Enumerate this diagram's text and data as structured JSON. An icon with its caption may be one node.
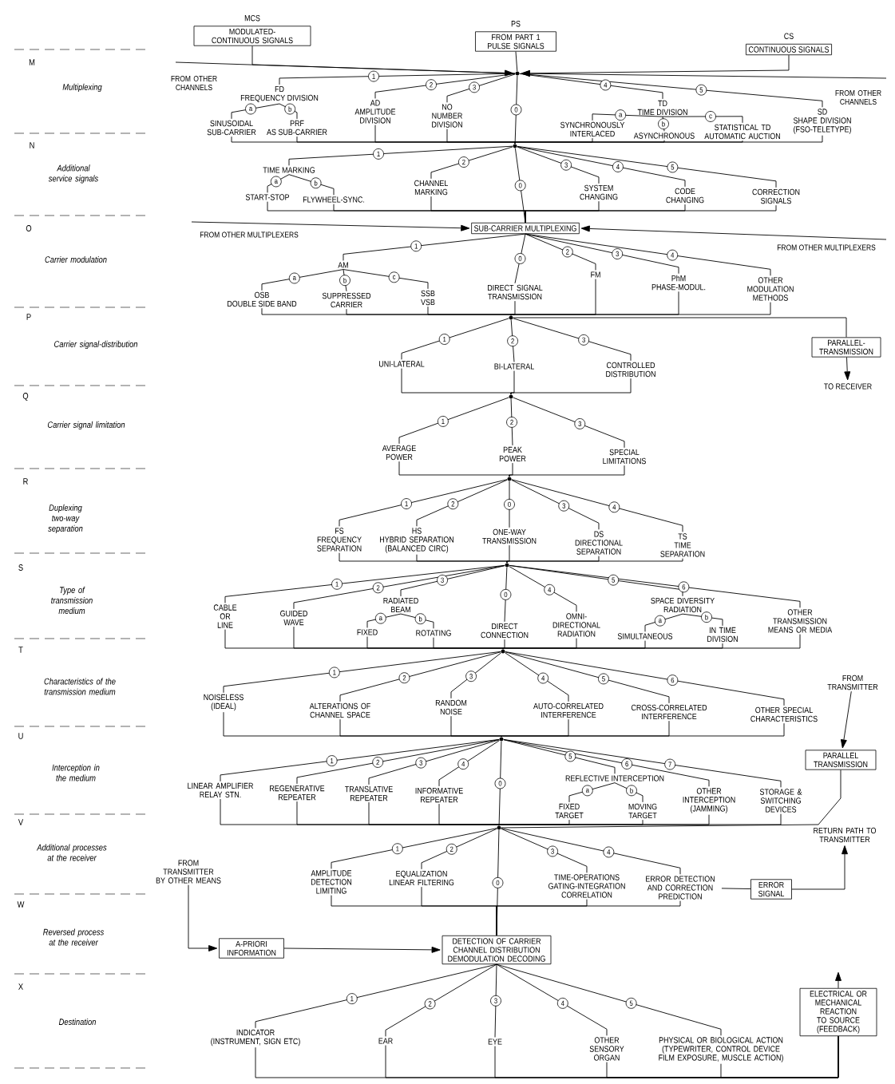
{
  "diagram": {
    "nodes": [
      {
        "text": [
          "MCS",
          "MODULATED-CONTINUOUS SIGNALS"
        ]
      },
      {
        "text": [
          "PS",
          "FROM PART 1 PULSE SIGNALS"
        ]
      },
      {
        "text": [
          "CS",
          "CONTINUOUS SIGNALS"
        ]
      },
      {
        "text": [],
        "shape": "dot"
      },
      {
        "text": [
          "FD",
          "FREQUENCY DIVISION"
        ]
      },
      {
        "text": [
          "SINUSOIDAL SUB-CARRIER"
        ]
      },
      {
        "text": [
          "PRF",
          "AS SUB-CARRIER"
        ]
      },
      {
        "text": [
          "AD",
          "AMPLITUDE DIVISION"
        ]
      },
      {
        "text": [
          "NO",
          "NUMBER DIVISION"
        ]
      },
      {
        "text": [
          "TD",
          "TIME DIVISION"
        ]
      },
      {
        "text": [
          "SYNCHRONOUSLY INTERLACED"
        ]
      },
      {
        "text": [
          "ASYNCHRONOUS"
        ]
      },
      {
        "text": [
          "STATISTICAL TD AUTOMATIC AUCTION"
        ]
      },
      {
        "text": [
          "SD",
          "SHAPE DIVISION (FSO-TELETYPE)"
        ]
      },
      {
        "text": [],
        "shape": "dot"
      },
      {
        "text": [
          "TIME MARKING"
        ]
      },
      {
        "text": [
          "START-STOP"
        ]
      },
      {
        "text": [
          "FLYWHEEL-SYNC."
        ]
      },
      {
        "text": [
          "CHANNEL MARKING"
        ]
      },
      {
        "text": [
          "SYSTEM CHANGING"
        ]
      },
      {
        "text": [
          "CODE CHANGING"
        ]
      },
      {
        "text": [
          "CORRECTION SIGNALS"
        ]
      },
      {
        "text": [
          "SUB-CARRIER MULTIPLEXING"
        ]
      },
      {
        "text": [
          "AM"
        ]
      },
      {
        "text": [
          "OSB",
          "DOUBLE SIDE BAND"
        ]
      },
      {
        "text": [
          "SUPPRESSED CARRIER"
        ]
      },
      {
        "text": [
          "SSB VSB"
        ]
      },
      {
        "text": [
          "DIRECT SIGNAL TRANSMISSION"
        ]
      },
      {
        "text": [
          "FM"
        ]
      },
      {
        "text": [
          "PhM",
          "PHASE-MODUL."
        ]
      },
      {
        "text": [
          "OTHER MODULATION METHODS"
        ]
      },
      {
        "text": [],
        "shape": "dot"
      },
      {
        "text": [
          "PARALLEL-TRANSMISSION"
        ]
      },
      {
        "text": [
          "TO RECEIVER"
        ]
      },
      {
        "text": [
          "UNI-LATERAL"
        ]
      },
      {
        "text": [
          "BI-LATERAL"
        ]
      },
      {
        "text": [
          "CONTROLLED DISTRIBUTION"
        ]
      },
      {
        "text": [],
        "shape": "dot"
      },
      {
        "text": [
          "AVERAGE POWER"
        ]
      },
      {
        "text": [
          "PEAK POWER"
        ]
      },
      {
        "text": [
          "SPECIAL LIMITATIONS"
        ]
      },
      {
        "text": [],
        "shape": "dot"
      },
      {
        "text": [
          "FS",
          "FREQUENCY SEPARATION"
        ]
      },
      {
        "text": [
          "HS",
          "HYBRID SEPARATION (BALANCED CIRC)"
        ]
      },
      {
        "text": [
          "ONE-WAY TRANSMISSION"
        ]
      },
      {
        "text": [
          "DS",
          "DIRECTIONAL SEPARATION"
        ]
      },
      {
        "text": [
          "TS",
          "TIME SEPARATION"
        ]
      },
      {
        "text": [],
        "shape": "dot"
      },
      {
        "text": [
          "CABLE OR LINE"
        ]
      },
      {
        "text": [
          "GUIDED WAVE"
        ]
      },
      {
        "text": [
          "RADIATED BEAM"
        ]
      },
      {
        "text": [
          "FIXED"
        ]
      },
      {
        "text": [
          "ROTATING"
        ]
      },
      {
        "text": [
          "DIRECT CONNECTION"
        ]
      },
      {
        "text": [
          "OMNI-DIRECTIONAL RADIATION"
        ]
      },
      {
        "text": [
          "SPACE DIVERSITY RADIATION"
        ]
      },
      {
        "text": [
          "SIMULTANEOUS"
        ]
      },
      {
        "text": [
          "IN TIME DIVISION"
        ]
      },
      {
        "text": [
          "OTHER TRANSMISSION MEANS OR MEDIA"
        ]
      },
      {
        "text": [],
        "shape": "dot"
      },
      {
        "text": [
          "NOISELESS (IDEAL)"
        ]
      },
      {
        "text": [
          "ALTERATIONS OF CHANNEL SPACE"
        ]
      },
      {
        "text": [
          "RANDOM NOISE"
        ]
      },
      {
        "text": [
          "AUTO-CORRELATED INTERFERENCE"
        ]
      },
      {
        "text": [
          "CROSS-CORRELATED INTERFERENCE"
        ]
      },
      {
        "text": [
          "OTHER SPECIAL CHARACTERISTICS"
        ]
      },
      {
        "text": [],
        "shape": "dot"
      },
      {
        "text": [
          "FROM TRANSMITTER"
        ]
      },
      {
        "text": [
          "PARALLEL TRANSMISSION"
        ]
      },
      {
        "text": [
          "LINEAR AMPLIFIER RELAY STN."
        ]
      },
      {
        "text": [
          "REGENERATIVE REPEATER"
        ]
      },
      {
        "text": [
          "TRANSLATIVE REPEATER"
        ]
      },
      {
        "text": [
          "INFORMATIVE REPEATER"
        ]
      },
      {
        "text": [
          "REFLECTIVE INTERCEPTION"
        ]
      },
      {
        "text": [
          "FIXED TARGET"
        ]
      },
      {
        "text": [
          "MOVING TARGET"
        ]
      },
      {
        "text": [
          "OTHER INTERCEPTION (JAMMING)"
        ]
      },
      {
        "text": [
          "STORAGE & SWITCHING DEVICES"
        ]
      },
      {
        "text": [],
        "shape": "dot"
      },
      {
        "text": [
          "RETURN PATH TO TRANSMITTER"
        ]
      },
      {
        "text": [
          "AMPLITUDE DETECTION LIMITING"
        ]
      },
      {
        "text": [
          "EQUALIZATION LINEAR FILTERING"
        ]
      },
      {
        "text": [
          "TIME-OPERATIONS GATING-INTEGRATION CORRELATION"
        ]
      },
      {
        "text": [
          "ERROR DETECTION AND CORRECTION PREDICTION"
        ]
      },
      {
        "text": [
          "ERROR SIGNAL"
        ]
      },
      {
        "text": [
          "FROM TRANSMITTER BY OTHER MEANS"
        ]
      },
      {
        "text": [
          "A-PRIORI INFORMATION"
        ]
      },
      {
        "text": [
          "DETECTION OF CARRIER CHANNEL DISTRIBUTION DEMODULATION DECODING"
        ]
      },
      {
        "text": [
          "INDICATOR (INSTRUMENT, SIGN ETC)"
        ]
      },
      {
        "text": [
          "EAR"
        ]
      },
      {
        "text": [
          "EYE"
        ]
      },
      {
        "text": [
          "OTHER SENSORY ORGAN"
        ]
      },
      {
        "text": [
          "PHYSICAL OR BIOLOGICAL ACTION",
          "(TYPEWRITER, CONTROL DEVICE FILM EXPOSURE, MUSCLE ACTION)"
        ]
      },
      {
        "text": [
          "ELECTRICAL OR MECHANICAL REACTION TO SOURCE (FEEDBACK)"
        ]
      }
    ],
    "edges": [
      {
        "from": null,
        "to": 3,
        "arrow": "to"
      },
      {
        "from": null,
        "to": 3,
        "arrow": "to"
      },
      {
        "from": 0,
        "to": 3,
        "arrow": "none"
      },
      {
        "from": 1,
        "to": 3,
        "arrow": "none"
      },
      {
        "from": 2,
        "to": 3,
        "arrow": "to"
      },
      {
        "from": 3,
        "to": 4,
        "arrow": "none",
        "label": "1"
      },
      {
        "from": 4,
        "to": 5,
        "arrow": "none",
        "label": "a"
      },
      {
        "from": 4,
        "to": 6,
        "arrow": "none",
        "label": "b"
      },
      {
        "from": 3,
        "to": 7,
        "arrow": "none",
        "label": "2"
      },
      {
        "from": 3,
        "to": 8,
        "arrow": "none",
        "label": "3"
      },
      {
        "from": 3,
        "to": 14,
        "arrow": "none",
        "label": "0"
      },
      {
        "from": 3,
        "to": 9,
        "arrow": "none",
        "label": "4"
      },
      {
        "from": 9,
        "to": 10,
        "arrow": "none",
        "label": "a"
      },
      {
        "from": 9,
        "to": 11,
        "arrow": "none",
        "label": "b"
      },
      {
        "from": 9,
        "to": 12,
        "arrow": "none",
        "label": "c"
      },
      {
        "from": 3,
        "to": 13,
        "arrow": "none",
        "label": "5"
      },
      {
        "from": 5,
        "to": 14,
        "arrow": "none"
      },
      {
        "from": 6,
        "to": 14,
        "arrow": "none"
      },
      {
        "from": 7,
        "to": 14,
        "arrow": "none"
      },
      {
        "from": 8,
        "to": 14,
        "arrow": "none"
      },
      {
        "from": 10,
        "to": 14,
        "arrow": "none"
      },
      {
        "from": 11,
        "to": 14,
        "arrow": "none"
      },
      {
        "from": 12,
        "to": 14,
        "arrow": "none"
      },
      {
        "from": 13,
        "to": 14,
        "arrow": "none"
      },
      {
        "from": 14,
        "to": 15,
        "arrow": "none",
        "label": "1"
      },
      {
        "from": 15,
        "to": 16,
        "arrow": "none",
        "label": "a"
      },
      {
        "from": 15,
        "to": 17,
        "arrow": "none",
        "label": "b"
      },
      {
        "from": 14,
        "to": 18,
        "arrow": "none",
        "label": "2"
      },
      {
        "from": 14,
        "to": 22,
        "arrow": "none",
        "label": "0"
      },
      {
        "from": 14,
        "to": 19,
        "arrow": "none",
        "label": "3"
      },
      {
        "from": 14,
        "to": 20,
        "arrow": "none",
        "label": "4"
      },
      {
        "from": 14,
        "to": 21,
        "arrow": "none",
        "label": "5"
      },
      {
        "from": 16,
        "to": 22,
        "arrow": "none"
      },
      {
        "from": 17,
        "to": 22,
        "arrow": "none"
      },
      {
        "from": 18,
        "to": 22,
        "arrow": "none"
      },
      {
        "from": 19,
        "to": 22,
        "arrow": "none"
      },
      {
        "from": 20,
        "to": 22,
        "arrow": "none"
      },
      {
        "from": 21,
        "to": 22,
        "arrow": "none"
      },
      {
        "from": null,
        "to": 22,
        "arrow": "to"
      },
      {
        "from": null,
        "to": 22,
        "arrow": "to"
      },
      {
        "from": 22,
        "to": 23,
        "arrow": "none",
        "label": "1"
      },
      {
        "from": 23,
        "to": 24,
        "arrow": "none",
        "label": "a"
      },
      {
        "from": 23,
        "to": 25,
        "arrow": "none",
        "label": "b"
      },
      {
        "from": 23,
        "to": 26,
        "arrow": "none",
        "label": "c"
      },
      {
        "from": 22,
        "to": 27,
        "arrow": "none",
        "label": "0"
      },
      {
        "from": 22,
        "to": 28,
        "arrow": "none",
        "label": "2"
      },
      {
        "from": 22,
        "to": 29,
        "arrow": "none",
        "label": "3"
      },
      {
        "from": 22,
        "to": 30,
        "arrow": "none",
        "label": "4"
      },
      {
        "from": 24,
        "to": 31,
        "arrow": "none"
      },
      {
        "from": 25,
        "to": 31,
        "arrow": "none"
      },
      {
        "from": 26,
        "to": 31,
        "arrow": "none"
      },
      {
        "from": 27,
        "to": 31,
        "arrow": "none"
      },
      {
        "from": 28,
        "to": 31,
        "arrow": "none"
      },
      {
        "from": 29,
        "to": 31,
        "arrow": "none"
      },
      {
        "from": 30,
        "to": 31,
        "arrow": "none"
      },
      {
        "from": 31,
        "to": 32,
        "arrow": "none"
      },
      {
        "from": 32,
        "to": 33,
        "arrow": "to"
      },
      {
        "from": 31,
        "to": 34,
        "arrow": "none",
        "label": "1"
      },
      {
        "from": 31,
        "to": 35,
        "arrow": "none",
        "label": "2"
      },
      {
        "from": 31,
        "to": 36,
        "arrow": "none",
        "label": "3"
      },
      {
        "from": 34,
        "to": 37,
        "arrow": "none"
      },
      {
        "from": 35,
        "to": 37,
        "arrow": "none"
      },
      {
        "from": 36,
        "to": 37,
        "arrow": "none"
      },
      {
        "from": 37,
        "to": 38,
        "arrow": "none",
        "label": "1"
      },
      {
        "from": 37,
        "to": 39,
        "arrow": "none",
        "label": "2"
      },
      {
        "from": 37,
        "to": 40,
        "arrow": "none",
        "label": "3"
      },
      {
        "from": 38,
        "to": 41,
        "arrow": "none"
      },
      {
        "from": 39,
        "to": 41,
        "arrow": "none"
      },
      {
        "from": 40,
        "to": 41,
        "arrow": "none"
      },
      {
        "from": 41,
        "to": 42,
        "arrow": "none",
        "label": "1"
      },
      {
        "from": 41,
        "to": 43,
        "arrow": "none",
        "label": "2"
      },
      {
        "from": 41,
        "to": 44,
        "arrow": "none",
        "label": "0"
      },
      {
        "from": 41,
        "to": 45,
        "arrow": "none",
        "label": "3"
      },
      {
        "from": 41,
        "to": 46,
        "arrow": "none",
        "label": "4"
      },
      {
        "from": 42,
        "to": 47,
        "arrow": "none"
      },
      {
        "from": 43,
        "to": 47,
        "arrow": "none"
      },
      {
        "from": 44,
        "to": 47,
        "arrow": "none"
      },
      {
        "from": 45,
        "to": 47,
        "arrow": "none"
      },
      {
        "from": 46,
        "to": 47,
        "arrow": "none"
      },
      {
        "from": 47,
        "to": 48,
        "arrow": "none",
        "label": "1"
      },
      {
        "from": 47,
        "to": 49,
        "arrow": "none",
        "label": "2"
      },
      {
        "from": 47,
        "to": 50,
        "arrow": "none",
        "label": "3"
      },
      {
        "from": 50,
        "to": 51,
        "arrow": "none",
        "label": "a"
      },
      {
        "from": 50,
        "to": 52,
        "arrow": "none",
        "label": "b"
      },
      {
        "from": 47,
        "to": 53,
        "arrow": "none",
        "label": "0"
      },
      {
        "from": 47,
        "to": 54,
        "arrow": "none",
        "label": "4"
      },
      {
        "from": 47,
        "to": 55,
        "arrow": "none",
        "label": "5"
      },
      {
        "from": 55,
        "to": 56,
        "arrow": "none",
        "label": "a"
      },
      {
        "from": 55,
        "to": 57,
        "arrow": "none",
        "label": "b"
      },
      {
        "from": 47,
        "to": 58,
        "arrow": "none",
        "label": "6"
      },
      {
        "from": 48,
        "to": 59,
        "arrow": "none"
      },
      {
        "from": 49,
        "to": 59,
        "arrow": "none"
      },
      {
        "from": 51,
        "to": 59,
        "arrow": "none"
      },
      {
        "from": 52,
        "to": 59,
        "arrow": "none"
      },
      {
        "from": 53,
        "to": 59,
        "arrow": "none"
      },
      {
        "from": 54,
        "to": 59,
        "arrow": "none"
      },
      {
        "from": 56,
        "to": 59,
        "arrow": "none"
      },
      {
        "from": 57,
        "to": 59,
        "arrow": "none"
      },
      {
        "from": 58,
        "to": 59,
        "arrow": "none"
      },
      {
        "from": 59,
        "to": 60,
        "arrow": "none",
        "label": "1"
      },
      {
        "from": 59,
        "to": 61,
        "arrow": "none",
        "label": "2"
      },
      {
        "from": 59,
        "to": 62,
        "arrow": "none",
        "label": "3"
      },
      {
        "from": 59,
        "to": 63,
        "arrow": "none",
        "label": "4"
      },
      {
        "from": 59,
        "to": 64,
        "arrow": "none",
        "label": "5"
      },
      {
        "from": 59,
        "to": 65,
        "arrow": "none",
        "label": "6"
      },
      {
        "from": 60,
        "to": 66,
        "arrow": "none"
      },
      {
        "from": 61,
        "to": 66,
        "arrow": "none"
      },
      {
        "from": 62,
        "to": 66,
        "arrow": "none"
      },
      {
        "from": 63,
        "to": 66,
        "arrow": "none"
      },
      {
        "from": 64,
        "to": 66,
        "arrow": "none"
      },
      {
        "from": 65,
        "to": 66,
        "arrow": "none"
      },
      {
        "from": 67,
        "to": 68,
        "arrow": "to"
      },
      {
        "from": 66,
        "to": 69,
        "arrow": "none",
        "label": "1"
      },
      {
        "from": 66,
        "to": 70,
        "arrow": "none",
        "label": "2"
      },
      {
        "from": 66,
        "to": 71,
        "arrow": "none",
        "label": "3"
      },
      {
        "from": 66,
        "to": 72,
        "arrow": "none",
        "label": "4"
      },
      {
        "from": 66,
        "to": 78,
        "arrow": "none",
        "label": "0"
      },
      {
        "from": 66,
        "to": 73,
        "arrow": "none",
        "label": "5"
      },
      {
        "from": 73,
        "to": 74,
        "arrow": "none",
        "label": "a"
      },
      {
        "from": 73,
        "to": 75,
        "arrow": "none",
        "label": "b"
      },
      {
        "from": 66,
        "to": 76,
        "arrow": "none",
        "label": "6"
      },
      {
        "from": 66,
        "to": 77,
        "arrow": "none",
        "label": "7"
      },
      {
        "from": 69,
        "to": 78,
        "arrow": "none"
      },
      {
        "from": 70,
        "to": 78,
        "arrow": "none"
      },
      {
        "from": 71,
        "to": 78,
        "arrow": "none"
      },
      {
        "from": 72,
        "to": 78,
        "arrow": "none"
      },
      {
        "from": 74,
        "to": 78,
        "arrow": "none"
      },
      {
        "from": 75,
        "to": 78,
        "arrow": "none"
      },
      {
        "from": 76,
        "to": 78,
        "arrow": "none"
      },
      {
        "from": 77,
        "to": 78,
        "arrow": "none"
      },
      {
        "from": 68,
        "to": 78,
        "arrow": "none"
      },
      {
        "from": 78,
        "to": 80,
        "arrow": "none",
        "label": "1"
      },
      {
        "from": 78,
        "to": 81,
        "arrow": "none",
        "label": "2"
      },
      {
        "from": 78,
        "to": 87,
        "arrow": "none",
        "label": "0"
      },
      {
        "from": 78,
        "to": 82,
        "arrow": "none",
        "label": "3"
      },
      {
        "from": 78,
        "to": 83,
        "arrow": "none",
        "label": "4"
      },
      {
        "from": 80,
        "to": 87,
        "arrow": "none"
      },
      {
        "from": 81,
        "to": 87,
        "arrow": "none"
      },
      {
        "from": 82,
        "to": 87,
        "arrow": "none"
      },
      {
        "from": 83,
        "to": 87,
        "arrow": "none"
      },
      {
        "from": 83,
        "to": 84,
        "arrow": "none"
      },
      {
        "from": 84,
        "to": 79,
        "arrow": "to"
      },
      {
        "from": 85,
        "to": 86,
        "arrow": "to"
      },
      {
        "from": 86,
        "to": 87,
        "arrow": "to"
      },
      {
        "from": 87,
        "to": 88,
        "arrow": "none",
        "label": "1"
      },
      {
        "from": 87,
        "to": 89,
        "arrow": "none",
        "label": "2"
      },
      {
        "from": 87,
        "to": 90,
        "arrow": "none",
        "label": "3"
      },
      {
        "from": 87,
        "to": 91,
        "arrow": "none",
        "label": "4"
      },
      {
        "from": 87,
        "to": 92,
        "arrow": "none",
        "label": "5"
      },
      {
        "from": 88,
        "to": 93,
        "arrow": "none"
      },
      {
        "from": 89,
        "to": 93,
        "arrow": "none"
      },
      {
        "from": 90,
        "to": 93,
        "arrow": "none"
      },
      {
        "from": 91,
        "to": 93,
        "arrow": "none"
      },
      {
        "from": 92,
        "to": 93,
        "arrow": "none"
      },
      {
        "from": 93,
        "to": null,
        "arrow": "to"
      }
    ],
    "labels": [
      "M",
      "Multiplexing",
      "N",
      "Additional service signals",
      "O",
      "Carrier modulation",
      "P",
      "Carrier signal-distribution",
      "Q",
      "Carrier signal limitation",
      "R",
      "Duplexing two-way separation",
      "S",
      "Type of transmission medium",
      "T",
      "Characteristics of the transmission medium",
      "U",
      "Interception in the medium",
      "V",
      "Additional processes at the receiver",
      "W",
      "Reversed process at the receiver",
      "X",
      "Destination",
      "FROM OTHER CHANNELS",
      "FROM OTHER CHANNELS",
      "FROM OTHER MULTIPLEXERS",
      "FROM OTHER MULTIPLEXERS"
    ]
  }
}
